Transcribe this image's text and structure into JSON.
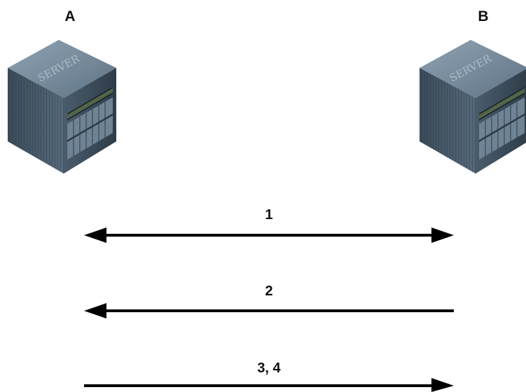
{
  "nodes": {
    "a": {
      "label": "A"
    },
    "b": {
      "label": "B"
    },
    "server_icon_text": "SERVER"
  },
  "messages": [
    {
      "label": "1",
      "direction": "both"
    },
    {
      "label": "2",
      "direction": "to-a"
    },
    {
      "label": "3, 4",
      "direction": "to-b"
    }
  ],
  "colors": {
    "arrow": "#000000",
    "server_dark": "#2c3a46",
    "server_mid": "#4b5d6c",
    "server_light": "#7a8fa0"
  }
}
